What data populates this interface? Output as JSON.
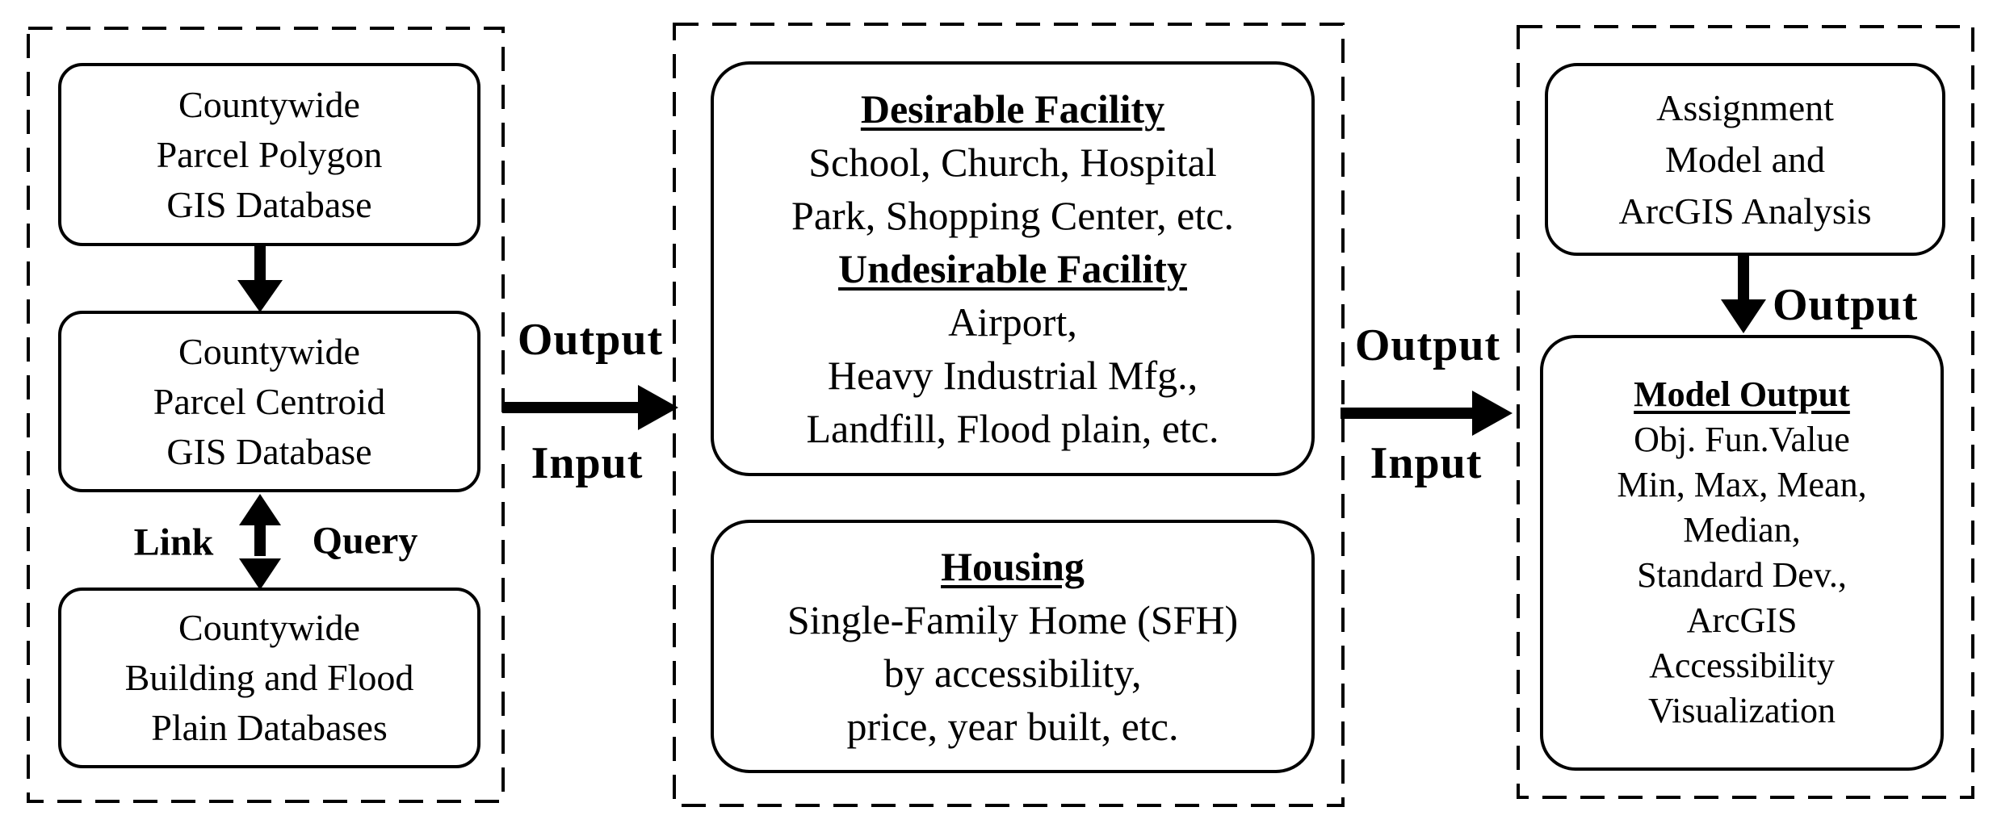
{
  "colors": {
    "ink": "#000000",
    "paper": "#ffffff"
  },
  "left_panel": {
    "boxes": [
      {
        "lines": [
          "Countywide",
          "Parcel Polygon",
          "GIS Database"
        ]
      },
      {
        "lines": [
          "Countywide",
          "Parcel Centroid",
          "GIS Database"
        ]
      },
      {
        "lines": [
          "Countywide",
          "Building and Flood",
          "Plain Databases"
        ]
      }
    ],
    "link_label": "Link",
    "query_label": "Query"
  },
  "middle_panel": {
    "facility_box": {
      "desirable_heading": "Desirable Facility",
      "desirable_lines": [
        "School, Church, Hospital",
        "Park, Shopping Center, etc."
      ],
      "undesirable_heading": "Undesirable Facility",
      "undesirable_lines": [
        "Airport,",
        "Heavy Industrial Mfg.,",
        "Landfill, Flood plain, etc."
      ]
    },
    "housing_box": {
      "heading": "Housing",
      "lines": [
        "Single-Family Home (SFH)",
        "by accessibility,",
        "price, year built, etc."
      ]
    }
  },
  "right_panel": {
    "analysis_box": {
      "lines": [
        "Assignment",
        "Model and",
        "ArcGIS Analysis"
      ]
    },
    "output_arrow_label": "Output",
    "model_output_box": {
      "heading": "Model Output",
      "lines": [
        "Obj. Fun.Value",
        "Min, Max, Mean,",
        "Median,",
        "Standard Dev.,",
        "ArcGIS",
        "Accessibility",
        "Visualization"
      ]
    }
  },
  "connectors": {
    "left_to_middle": {
      "top_label": "Output",
      "bottom_label": "Input"
    },
    "middle_to_right": {
      "top_label": "Output",
      "bottom_label": "Input"
    }
  }
}
